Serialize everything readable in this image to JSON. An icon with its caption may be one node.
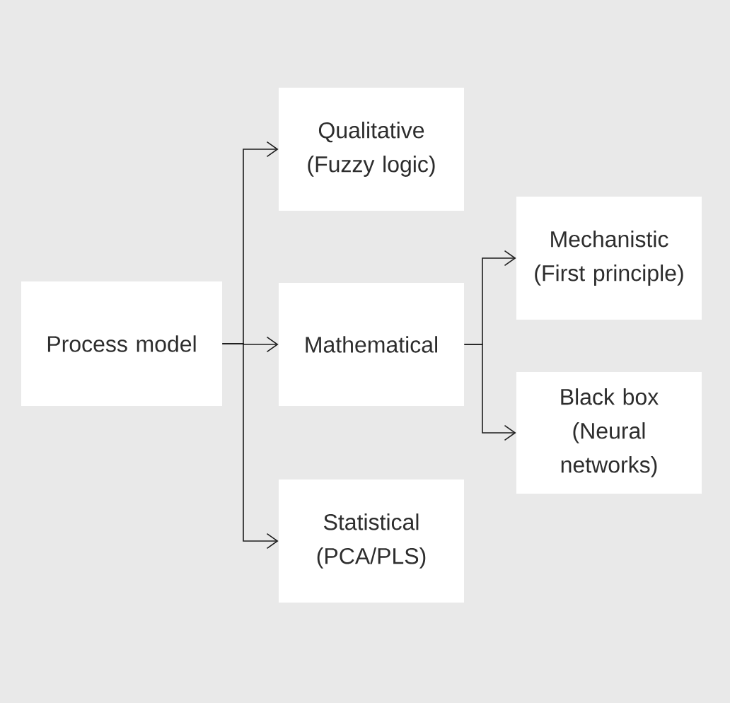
{
  "diagram": {
    "nodes": [
      {
        "text": [
          "Process model"
        ]
      },
      {
        "text": [
          "Qualitative (Fuzzy logic)"
        ]
      },
      {
        "text": [
          "Mathematical"
        ]
      },
      {
        "text": [
          "Statistical (PCA/PLS)"
        ]
      },
      {
        "text": [
          "Mechanistic (First principle)"
        ]
      },
      {
        "text": [
          "Black box (Neural networks)"
        ]
      }
    ],
    "edges": [
      {
        "from": 0,
        "to": 1,
        "arrow": "to"
      },
      {
        "from": 0,
        "to": 2,
        "arrow": "to"
      },
      {
        "from": 0,
        "to": 3,
        "arrow": "to"
      },
      {
        "from": 2,
        "to": 4,
        "arrow": "to"
      },
      {
        "from": 2,
        "to": 5,
        "arrow": "to"
      }
    ]
  }
}
